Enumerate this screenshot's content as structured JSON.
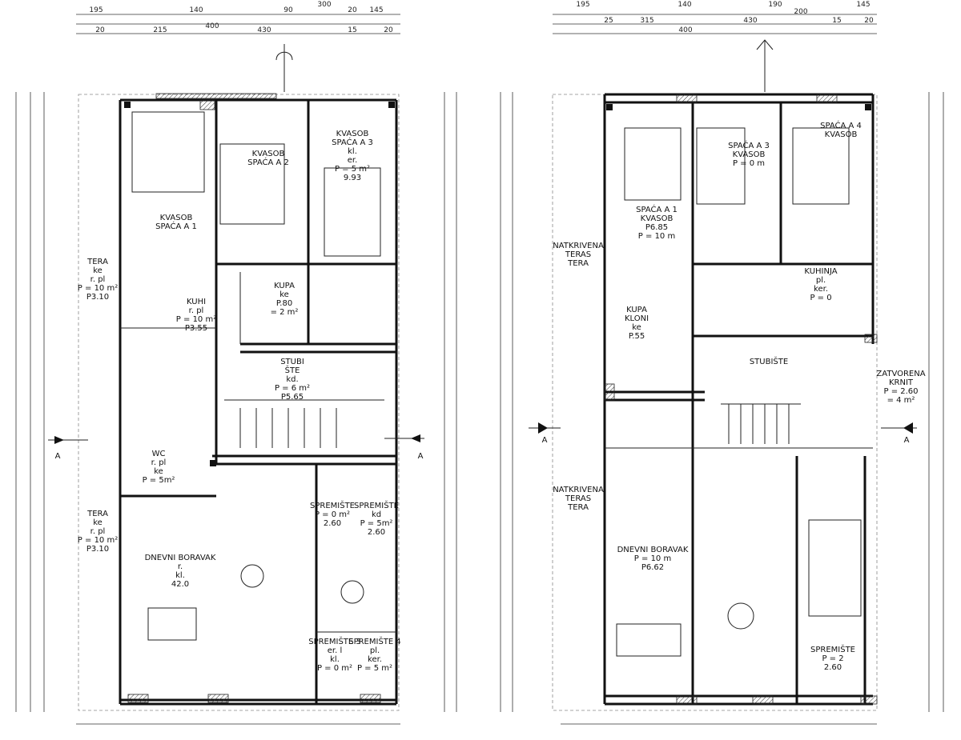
{
  "plans": [
    {
      "name": "left-floor-plan",
      "rooms": [
        {
          "id": "spavaca-3",
          "lines": [
            "KVASOB",
            "SPAĆA A 3",
            "kl.",
            "er.",
            "P = 5 m²",
            "9.93"
          ]
        },
        {
          "id": "spavaca-2",
          "lines": [
            "KVASOB",
            "SPAĆA A 2"
          ]
        },
        {
          "id": "spavaca-1",
          "lines": [
            "KVASOB",
            "SPAĆA A 1"
          ]
        },
        {
          "id": "terasa-top",
          "lines": [
            "TERA",
            "ke",
            "r. pl",
            "P = 10 m²",
            "P3.10"
          ]
        },
        {
          "id": "kupaonica-1",
          "lines": [
            "KUPA",
            "ke",
            "P.80",
            "= 2 m²"
          ]
        },
        {
          "id": "kuhinja-1",
          "lines": [
            "KUHI",
            "r. pl",
            "P = 10 m²",
            "P3.55"
          ]
        },
        {
          "id": "stubiste",
          "lines": [
            "STUBI",
            "ŠTE",
            "kd.",
            "P = 6 m²",
            "P5.65"
          ]
        },
        {
          "id": "wc",
          "lines": [
            "WC",
            "r. pl",
            "ke",
            "P = 5m²"
          ]
        },
        {
          "id": "terasa-bottom",
          "lines": [
            "TERA",
            "ke",
            "r. pl",
            "P = 10 m²",
            "P3.10"
          ]
        },
        {
          "id": "dnevni-boravak",
          "lines": [
            "DNEVNI BORAVAK",
            "r.",
            "kl.",
            "42.0"
          ]
        },
        {
          "id": "spremiste-1",
          "lines": [
            "SPREMIŠTE",
            "P = 0 m²",
            "2.60"
          ]
        },
        {
          "id": "spremiste-2",
          "lines": [
            "SPREMIŠTE",
            "kd",
            "P = 5m²",
            "2.60"
          ]
        },
        {
          "id": "spremiste-3",
          "lines": [
            "SPREMIŠTE 3",
            "er. l",
            "kl.",
            "P = 0 m²"
          ]
        },
        {
          "id": "spremiste-4",
          "lines": [
            "SPREMIŠTE 4",
            "pl.",
            "ker.",
            "P = 5 m²"
          ]
        }
      ],
      "dimensions_top": [
        "195",
        "140",
        "90",
        "300",
        "20",
        "145",
        "20",
        "215",
        "400",
        "430",
        "15",
        "20"
      ],
      "marks": [
        "A",
        "A"
      ]
    },
    {
      "name": "right-floor-plan",
      "rooms": [
        {
          "id": "spavaca-3b",
          "lines": [
            "SPAĆA A 3",
            "KVASOB",
            "P = 0 m"
          ]
        },
        {
          "id": "spavaca-4",
          "lines": [
            "SPAĆA A 4",
            "KVASOB"
          ]
        },
        {
          "id": "spavaca-1b",
          "lines": [
            "SPAĆA A 1",
            "KVASOB",
            "P6.85",
            "P = 10 m"
          ]
        },
        {
          "id": "natkrivena-terasa-top",
          "lines": [
            "NATKRIVENA",
            "TERAS",
            "TERA"
          ]
        },
        {
          "id": "kuhinja-2",
          "lines": [
            "KUHINJA",
            "pl.",
            "ker.",
            "P = 0"
          ]
        },
        {
          "id": "kupaonica-2",
          "lines": [
            "KUPA",
            "KLONI",
            "ke",
            "P.55"
          ]
        },
        {
          "id": "stubiste-b",
          "lines": [
            "STUBIŠTE"
          ]
        },
        {
          "id": "zatvorena",
          "lines": [
            "ZATVORENA",
            "KRNIT",
            "P = 2.60",
            "= 4 m²"
          ]
        },
        {
          "id": "natkrivena-terasa-bottom",
          "lines": [
            "NATKRIVENA",
            "TERAS",
            "TERA"
          ]
        },
        {
          "id": "dnevni-boravak-b",
          "lines": [
            "DNEVNI BORAVAK",
            "P = 10 m",
            "P6.62"
          ]
        },
        {
          "id": "spremiste-b",
          "lines": [
            "SPREMIŠTE",
            "P = 2",
            "2.60"
          ]
        }
      ],
      "dimensions_top": [
        "195",
        "140",
        "190",
        "145",
        "200",
        "25",
        "315",
        "400",
        "430",
        "15",
        "20"
      ],
      "marks": [
        "A",
        "A"
      ]
    }
  ]
}
